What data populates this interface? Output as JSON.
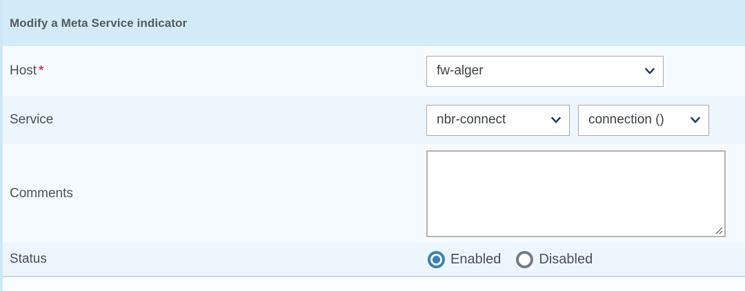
{
  "header": {
    "title": "Modify a Meta Service indicator",
    "background_color": "#d2ebf7",
    "text_color": "#555a5e"
  },
  "accent_colors": {
    "left_stripe": "#cde8f4",
    "required_asterisk": "#e8323c",
    "radio_selected": "#3b81b8",
    "radio_unselected": "#767b80",
    "chevron": "#2b3d5e",
    "row_light": "#f5fbff",
    "row_shaded": "#eef6fd"
  },
  "rows": {
    "host": {
      "label": "Host",
      "required_mark": "*",
      "select": {
        "value": "fw-alger",
        "icon": "chevron-down-icon"
      }
    },
    "service": {
      "label": "Service",
      "service_select": {
        "value": "nbr-connect",
        "icon": "chevron-down-icon"
      },
      "metric_select": {
        "value": "connection ()",
        "icon": "chevron-down-icon"
      }
    },
    "comments": {
      "label": "Comments",
      "value": "",
      "placeholder": "",
      "resize_handle": "resize-grip-icon"
    },
    "status": {
      "label": "Status",
      "options": [
        {
          "label": "Enabled",
          "selected": true
        },
        {
          "label": "Disabled",
          "selected": false
        }
      ]
    }
  }
}
